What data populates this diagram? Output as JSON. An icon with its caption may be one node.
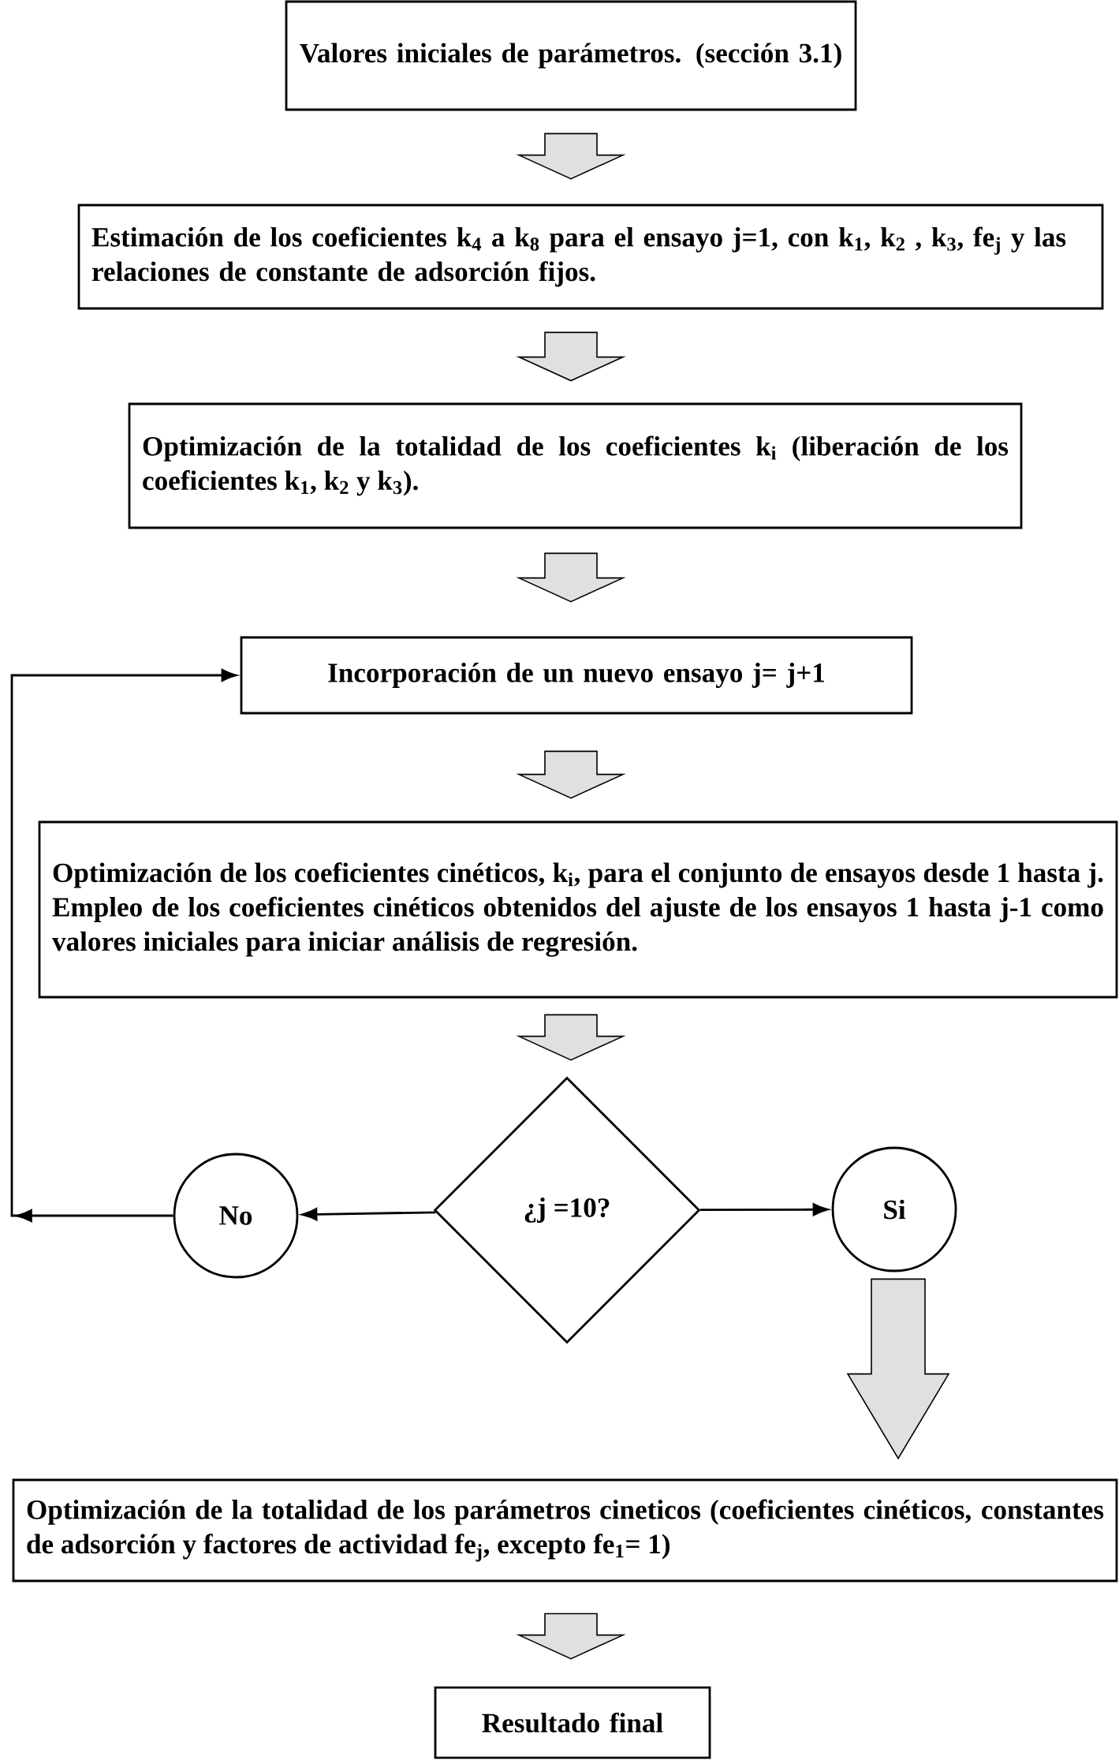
{
  "diagram": {
    "nodes": [
      {
        "text": [
          "Valores iniciales de parámetros. (sección 3.1)"
        ]
      },
      {
        "text": [
          "Estimación de los coeficientes k$_{4}$ a k$_{8}$ para el ensayo j=1, con k$_{1}$, k$_{2}$ , k$_{3}$, fe$_{j}$ y las relaciones de constante de adsorción fijos."
        ]
      },
      {
        "text": [
          "Optimización de la totalidad de los coeficientes k$_{i}$ (liberación de los coeficientes k$_{1}$, k$_{2}$ y k$_{3}$)."
        ]
      },
      {
        "text": [
          "Incorporación de un nuevo ensayo j= j+1"
        ]
      },
      {
        "text": [
          "Optimización de los coeficientes cinéticos, k$_{i}$, para el conjunto de ensayos desde 1 hasta j. Empleo de los coeficientes cinéticos obtenidos del ajuste de los ensayos 1 hasta j-1 como valores iniciales para iniciar análisis de regresión."
        ]
      },
      {
        "text": [
          "¿j =10?"
        ]
      },
      {
        "text": [
          "No"
        ]
      },
      {
        "text": [
          "Si"
        ]
      },
      {
        "text": [
          "Optimización de la totalidad de los parámetros cineticos (coeficientes cinéticos, constantes de adsorción y factores de actividad fe$_{j}$, excepto fe$_{1}$= 1)"
        ]
      },
      {
        "text": [
          "Resultado final"
        ]
      }
    ],
    "edges": [
      {
        "from": 0,
        "to": 1,
        "arrow": "to"
      },
      {
        "from": 1,
        "to": 2,
        "arrow": "to"
      },
      {
        "from": 2,
        "to": 3,
        "arrow": "to"
      },
      {
        "from": 3,
        "to": 4,
        "arrow": "to"
      },
      {
        "from": 4,
        "to": 5,
        "arrow": "to"
      },
      {
        "from": 5,
        "to": 6,
        "arrow": "to"
      },
      {
        "from": 5,
        "to": 7,
        "arrow": "to"
      },
      {
        "from": 6,
        "to": 3,
        "arrow": "to"
      },
      {
        "from": 7,
        "to": 8,
        "arrow": "to"
      },
      {
        "from": 8,
        "to": 9,
        "arrow": "to"
      }
    ]
  }
}
